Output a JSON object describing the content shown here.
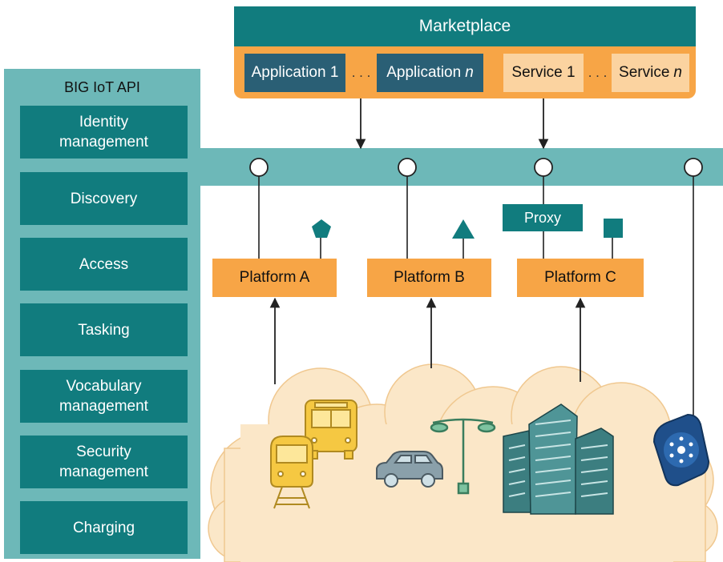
{
  "marketplace": {
    "title": "Marketplace",
    "application_1": "Application 1",
    "application_n_prefix": "Application",
    "application_n_suffix": "n",
    "service_1": "Service 1",
    "service_n_prefix": "Service",
    "service_n_suffix": "n",
    "ellipsis": ". . ."
  },
  "api": {
    "title": "BIG IoT API",
    "items": [
      {
        "line1": "Identity",
        "line2": "management"
      },
      {
        "line1": "Discovery",
        "line2": ""
      },
      {
        "line1": "Access",
        "line2": ""
      },
      {
        "line1": "Tasking",
        "line2": ""
      },
      {
        "line1": "Vocabulary",
        "line2": "management"
      },
      {
        "line1": "Security",
        "line2": "management"
      },
      {
        "line1": "Charging",
        "line2": ""
      }
    ]
  },
  "platforms": {
    "a": "Platform A",
    "b": "Platform B",
    "c": "Platform C",
    "proxy": "Proxy"
  },
  "icons": [
    "pentagon-icon",
    "triangle-icon",
    "square-icon",
    "train-icon",
    "bus-icon",
    "car-icon",
    "street-lamp-icon",
    "buildings-icon",
    "wearable-sensor-icon"
  ],
  "colors": {
    "teal_dark": "#117c7e",
    "teal_light": "#6db8b8",
    "orange": "#f7a546",
    "peach": "#fbd3a0",
    "navy": "#2a5f75",
    "cloud": "#fbe7c8"
  }
}
